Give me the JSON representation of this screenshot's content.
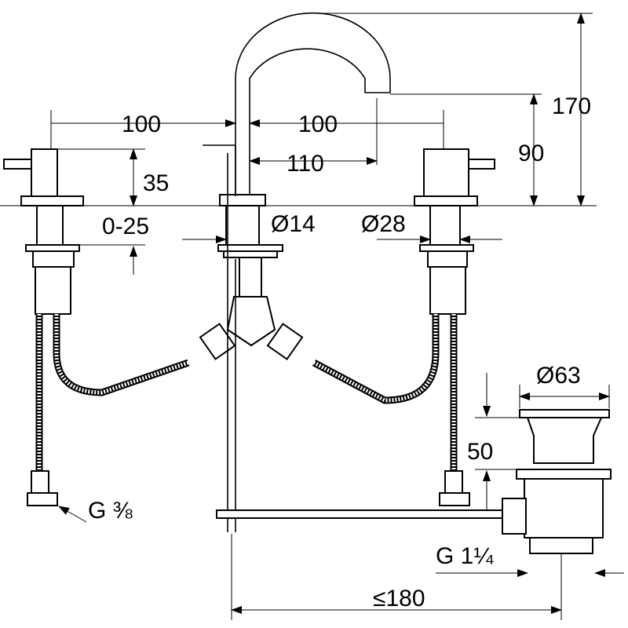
{
  "title": "Three-hole basin mixer dimension drawing",
  "dimensions": {
    "left_spacing": "100",
    "right_spacing": "100",
    "total_height": "170",
    "spout_height": "90",
    "handle_height": "35",
    "spout_reach": "110",
    "deck_thickness": "0-25",
    "spout_diameter": "Ø14",
    "handle_diameter": "Ø28",
    "drain_diameter": "Ø63",
    "drain_depth": "50",
    "supply_thread": "G ⅜",
    "drain_thread": "G 1¼",
    "max_rod_length": "≤180"
  }
}
